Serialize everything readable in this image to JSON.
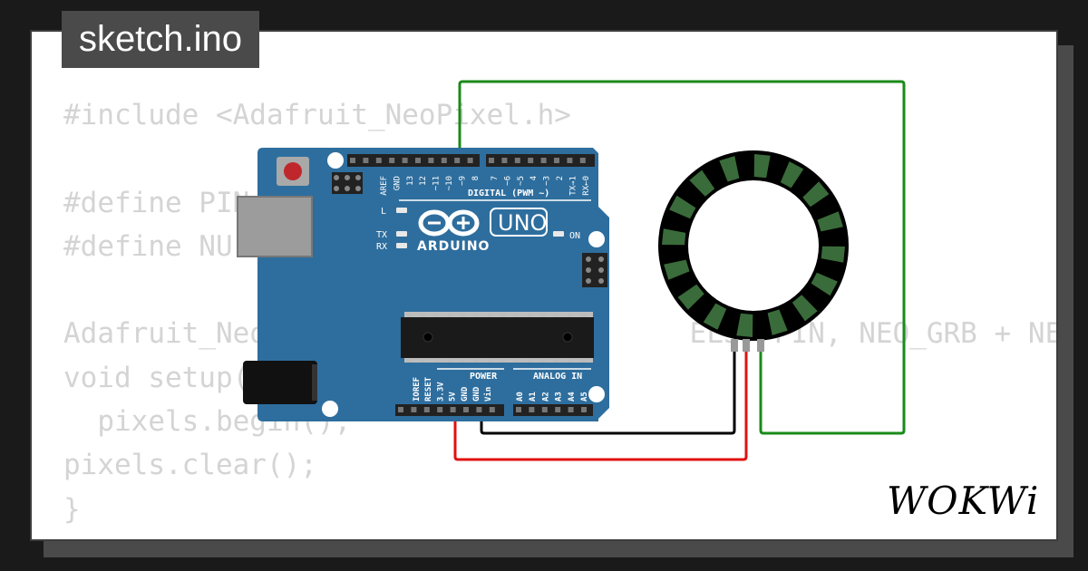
{
  "tab": {
    "filename": "sketch.ino"
  },
  "code": {
    "lines": [
      "#include <Adafruit_NeoPixel.h>",
      "",
      "#define PIN",
      "#define NU",
      "",
      "Adafruit_Neo                         ELS, PIN, NEO_GRB + NEO_K",
      "void setup(",
      "  pixels.begin();",
      "pixels.clear();",
      "}"
    ]
  },
  "board": {
    "model": "UNO",
    "brand": "ARDUINO",
    "header_digital_label": "DIGITAL (PWM ~)",
    "digital_pins": [
      "AREF",
      "GND",
      "13",
      "12",
      "~11",
      "~10",
      "~9",
      "8",
      "7",
      "~6",
      "~5",
      "4",
      "~3",
      "2",
      "TX→1",
      "RX←0"
    ],
    "led_labels": {
      "l": "L",
      "tx": "TX",
      "rx": "RX",
      "on": "ON"
    },
    "power_label": "POWER",
    "analog_label": "ANALOG IN",
    "power_pins": [
      "IOREF",
      "RESET",
      "3.3V",
      "5V",
      "GND",
      "GND",
      "Vin"
    ],
    "analog_pins": [
      "A0",
      "A1",
      "A2",
      "A3",
      "A4",
      "A5"
    ]
  },
  "ring": {
    "pixel_count": 16,
    "pixel_color": "#3a6b3a"
  },
  "wires": {
    "data_color": "#1a8a1a",
    "ground_color": "#000000",
    "power_color": "#e01010"
  },
  "brand_logo": "WOKWi",
  "colors": {
    "board_blue": "#2e6e9e",
    "tab_bg": "#4a4a4a",
    "page_bg": "#1a1a1a"
  }
}
